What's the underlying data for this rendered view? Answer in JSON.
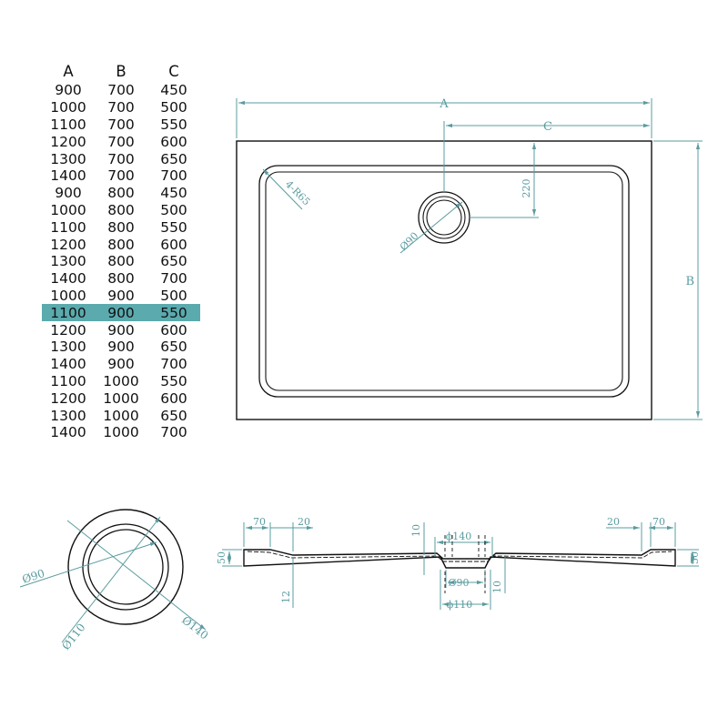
{
  "table": {
    "headers": [
      "A",
      "B",
      "C"
    ],
    "rows": [
      [
        "900",
        "700",
        "450"
      ],
      [
        "1000",
        "700",
        "500"
      ],
      [
        "1100",
        "700",
        "550"
      ],
      [
        "1200",
        "700",
        "600"
      ],
      [
        "1300",
        "700",
        "650"
      ],
      [
        "1400",
        "700",
        "700"
      ],
      [
        "900",
        "800",
        "450"
      ],
      [
        "1000",
        "800",
        "500"
      ],
      [
        "1100",
        "800",
        "550"
      ],
      [
        "1200",
        "800",
        "600"
      ],
      [
        "1300",
        "800",
        "650"
      ],
      [
        "1400",
        "800",
        "700"
      ],
      [
        "1000",
        "900",
        "500"
      ],
      [
        "1100",
        "900",
        "550"
      ],
      [
        "1200",
        "900",
        "600"
      ],
      [
        "1300",
        "900",
        "650"
      ],
      [
        "1400",
        "900",
        "700"
      ],
      [
        "1100",
        "1000",
        "550"
      ],
      [
        "1200",
        "1000",
        "600"
      ],
      [
        "1300",
        "1000",
        "650"
      ],
      [
        "1400",
        "1000",
        "700"
      ]
    ],
    "highlighted_row": 13,
    "highlight_color": "#5aaaae"
  },
  "colors": {
    "outline": "#111111",
    "dimension": "#5a9ca0"
  },
  "plan_view": {
    "width_label": "A",
    "depth_label": "B",
    "drain_offset_label": "C",
    "drain_depth_offset": "220",
    "corner_radius": "4-R65",
    "drain_diameter": "Ø90"
  },
  "drain_detail": {
    "inner_diameter": "Ø90",
    "mid_diameter": "Ø110",
    "outer_diameter": "Ø140"
  },
  "section_view": {
    "left_rim_width": "70",
    "left_slope_width": "20",
    "right_slope_width": "20",
    "right_rim_width": "70",
    "left_height": "50",
    "right_height": "50",
    "drain_top_diameter": "ϕ140",
    "drain_inner_diameter": "Ø90",
    "drain_outer_diameter": "ϕ110",
    "drain_depth_top": "10",
    "drain_depth_bottom": "10",
    "base_thickness": "12"
  }
}
